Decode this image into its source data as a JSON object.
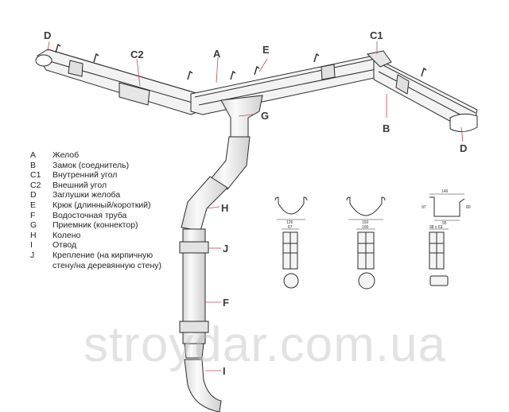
{
  "callouts": {
    "d_left": "D",
    "c2": "C2",
    "a": "A",
    "e": "E",
    "c1": "C1",
    "g": "G",
    "b": "B",
    "d_right": "D",
    "h": "H",
    "j": "J",
    "f": "F",
    "i": "I"
  },
  "legend": [
    {
      "code": "A",
      "text": "Желоб"
    },
    {
      "code": "B",
      "text": "Замок (соеднитель)"
    },
    {
      "code": "C1",
      "text": "Внутренний угол"
    },
    {
      "code": "C2",
      "text": "Внешний угол"
    },
    {
      "code": "D",
      "text": "Заглушки желоба"
    },
    {
      "code": "E",
      "text": "Крюк (длинный/короткий)"
    },
    {
      "code": "F",
      "text": "Водосточная труба"
    },
    {
      "code": "G",
      "text": "Приемник (коннектор)"
    },
    {
      "code": "H",
      "text": "Колено"
    },
    {
      "code": "I",
      "text": "Отвод"
    },
    {
      "code": "J",
      "text": "Крепление (на кирпичную"
    },
    {
      "code": "",
      "text": "стену/на деревянную стену)"
    }
  ],
  "profiles": {
    "round_small_width": "126",
    "round_small_pipe": "87",
    "round_large_width": "150",
    "round_large_pipe": "100",
    "rect_width": "146",
    "rect_height_left": "97",
    "rect_height_right": "80",
    "rect_bottom": "95",
    "rect_pipe": "98 x 63"
  },
  "watermark": "stroydar.com.ua",
  "colors": {
    "line": "#2b2b2b",
    "fill": "#f2f2f2",
    "shade": "#cfcfcf",
    "callout": "#3a3a3a",
    "watermark": "#bdbdbd"
  }
}
